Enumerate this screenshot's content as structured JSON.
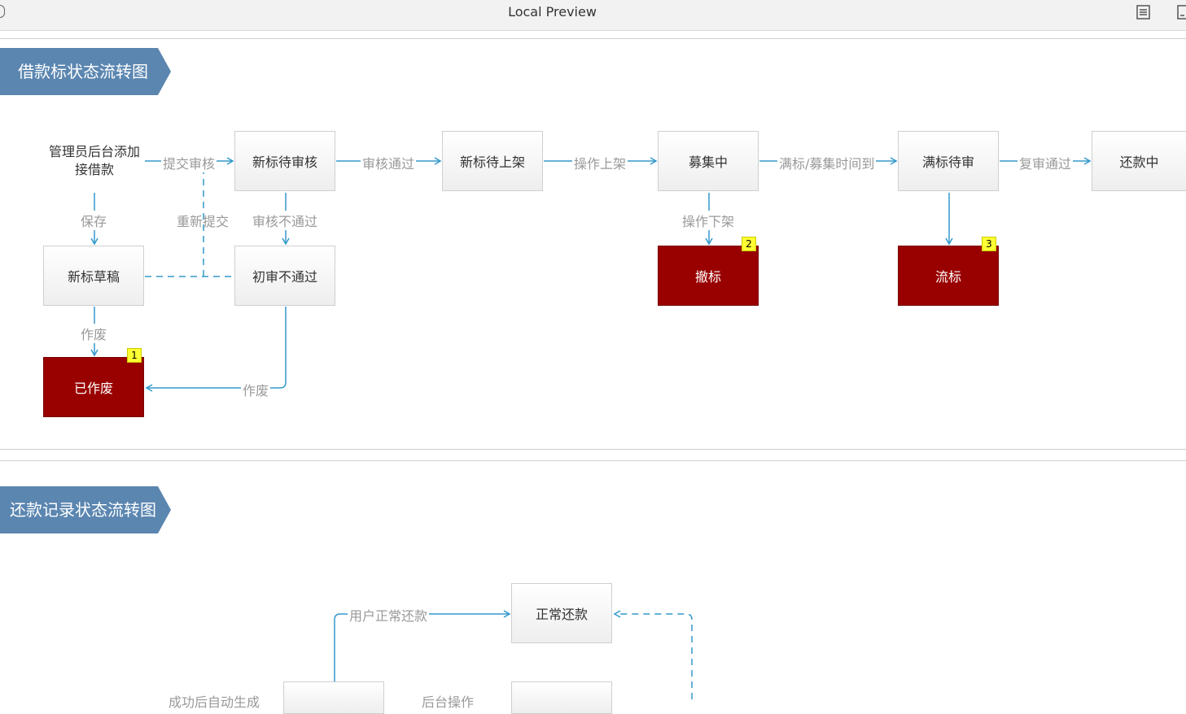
{
  "window": {
    "title": "Local Preview"
  },
  "section1": {
    "banner": "借款标状态流转图",
    "start_text": "管理员后台添加\n接借款",
    "nodes": {
      "new_pending_review": "新标待审核",
      "new_pending_listing": "新标待上架",
      "fundraising": "募集中",
      "full_pending_review": "满标待审",
      "repaying": "还款中",
      "draft": "新标草稿",
      "first_review_failed": "初审不通过",
      "voided": "已作废",
      "withdrawn": "撤标",
      "failed": "流标"
    },
    "badges": {
      "voided": "1",
      "withdrawn": "2",
      "failed": "3"
    },
    "edges": {
      "submit_review": "提交审核",
      "review_passed": "审核通过",
      "operate_list": "操作上架",
      "full_or_time_up": "满标/募集时间到",
      "recheck_passed": "复审通过",
      "save": "保存",
      "resubmit": "重新提交",
      "review_failed": "审核不通过",
      "operate_delist": "操作下架",
      "void1": "作废",
      "void2": "作废"
    }
  },
  "section2": {
    "banner": "还款记录状态流转图",
    "nodes": {
      "normal_repayment": "正常还款"
    },
    "edges": {
      "user_normal_repay": "用户正常还款",
      "auto_generate": "成功后自动生成",
      "backend_op": "后台操作"
    }
  },
  "colors": {
    "banner": "#5b86b0",
    "arrow": "#3399cc",
    "red_node": "#990000",
    "badge": "#ffff33"
  }
}
